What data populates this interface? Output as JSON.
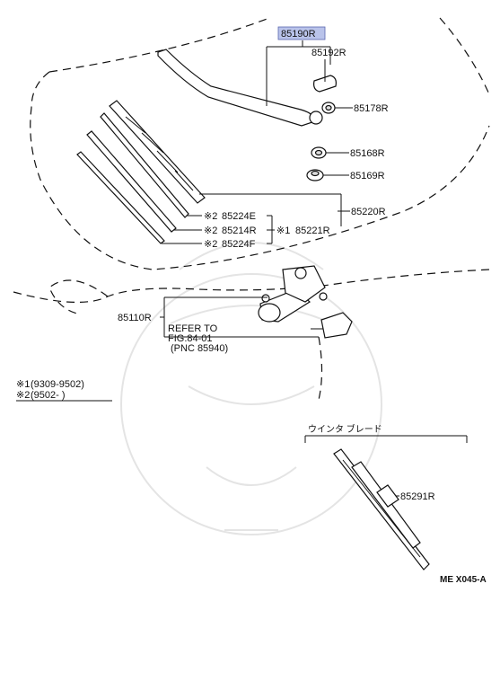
{
  "parts": {
    "arm_assy": "85190R",
    "arm_cap": "85192R",
    "nut_cap": "85178R",
    "seal": "85168R",
    "nut": "85169R",
    "blade_assy": "85220R",
    "blade_kit": "85221R",
    "blade_e": "85224E",
    "rubber": "85214R",
    "blade_f": "85224F",
    "motor": "85110R",
    "blade_inset": "85291R"
  },
  "marks": {
    "x2_a": "※2",
    "x2_b": "※2",
    "x2_c": "※2",
    "x1": "※1"
  },
  "refer": {
    "line1": "REFER TO",
    "line2": "FIG.84-01",
    "line3": "(PNC 85940)"
  },
  "legend": {
    "row1_mark": "※1",
    "row1_text": "(9309-9502)",
    "row2_mark": "※2",
    "row2_text": "(9502-       )"
  },
  "inset_title": "ウインタ ブレード",
  "drawing_code": "ME X045-A",
  "colors": {
    "highlight": "#b9c3ea",
    "highlight_border": "#5a66b0"
  }
}
